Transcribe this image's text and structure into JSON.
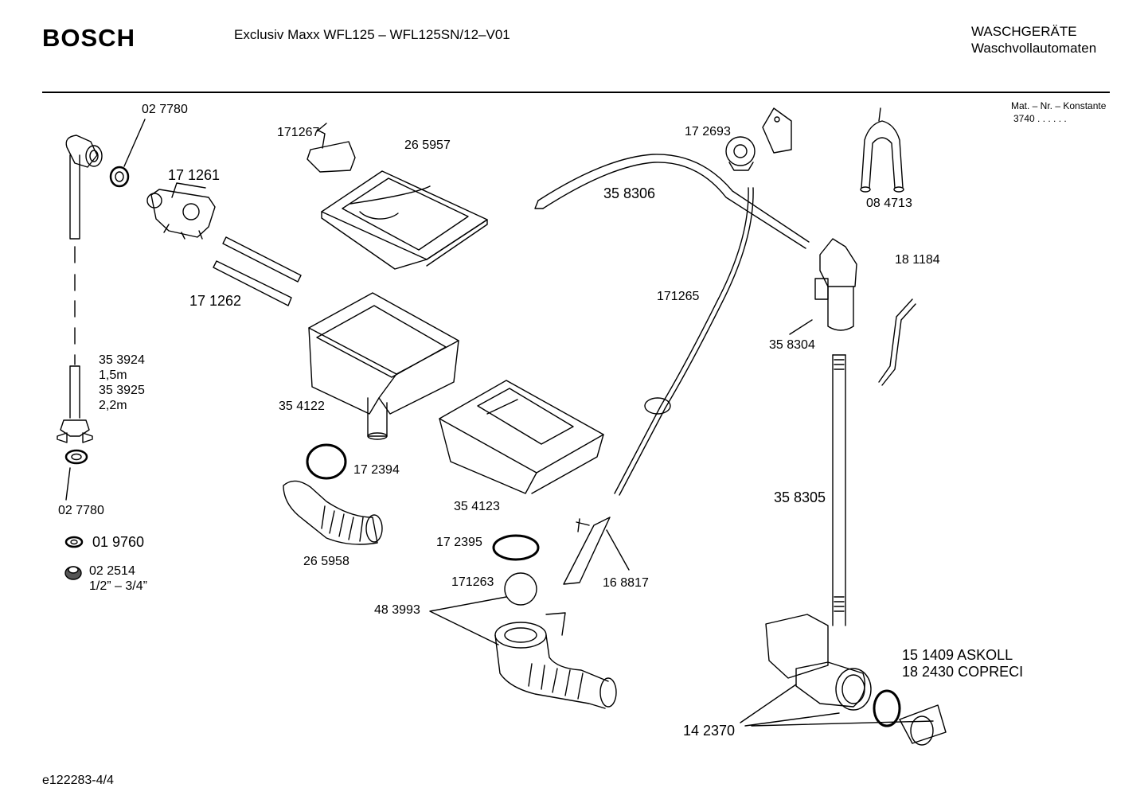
{
  "header": {
    "brand": "BOSCH",
    "model_line": "Exclusiv Maxx WFL125 – WFL125SN/12–V01",
    "category_line1": "WASCHGERÄTE",
    "category_line2": "Waschvollautomaten",
    "mat_label": "Mat. – Nr. – Konstante",
    "mat_value": "3740  .  .  .  .  .  ."
  },
  "footer": {
    "code": "e122283-4/4"
  },
  "parts": {
    "p027780_top": "02 7780",
    "p171267": "171267",
    "p265957": "26 5957",
    "p171261": "17 1261",
    "p171262": "17 1262",
    "p172693": "17 2693",
    "p358306": "35 8306",
    "p084713": "08 4713",
    "p181184": "18 1184",
    "p171265": "171265",
    "p358304": "35 8304",
    "p353924": "35 3924",
    "p15m": "1,5m",
    "p353925": "35 3925",
    "p22m": "2,2m",
    "p354122": "35 4122",
    "p172394": "17 2394",
    "p027780_bot": "02 7780",
    "p354123": "35 4123",
    "p019760": "01 9760",
    "p022514": "02 2514",
    "p_thread": "1/2” – 3/4”",
    "p265958": "26 5958",
    "p172395": "17 2395",
    "p168817": "16 8817",
    "p358305": "35 8305",
    "p171263": "171263",
    "p483993": "48 3993",
    "p151409": "15 1409  ASKOLL",
    "p182430": "18 2430  COPRECI",
    "p142370": "14 2370"
  }
}
